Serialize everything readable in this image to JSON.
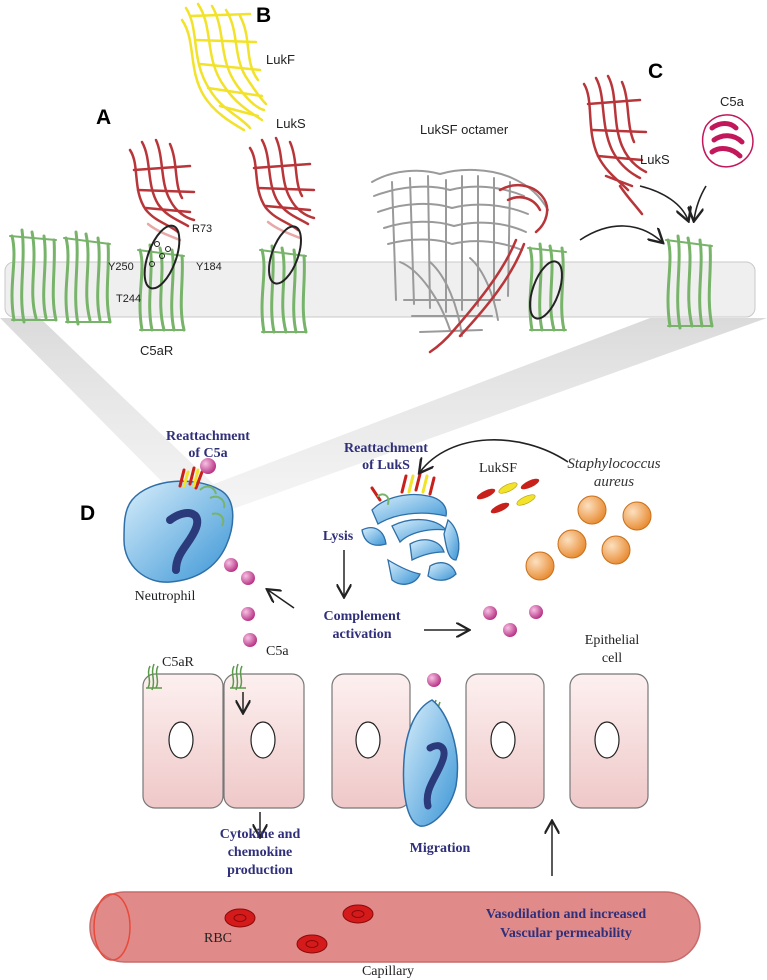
{
  "panels": {
    "a": "A",
    "b": "B",
    "c": "C",
    "d": "D"
  },
  "top": {
    "lukf": "LukF",
    "luks_b": "LukS",
    "octamer": "LukSF octamer",
    "luks_c": "LukS",
    "c5a": "C5a",
    "c5ar": "C5aR",
    "residues": {
      "r73": "R73",
      "y250": "Y250",
      "y184": "Y184",
      "t244": "T244"
    }
  },
  "bottom": {
    "reattach_c5a": [
      "Reattachment",
      "of C5a"
    ],
    "reattach_luks": [
      "Reattachment",
      "of LukS"
    ],
    "luksf": "LukSF",
    "staph": [
      "Staphylococcus",
      "aureus"
    ],
    "lysis": "Lysis",
    "neutrophil": "Neutrophil",
    "complement": [
      "Complement",
      "activation"
    ],
    "epithelial": [
      "Epithelial",
      "cell"
    ],
    "c5ar": "C5aR",
    "c5a": "C5a",
    "cytokine": [
      "Cytokine and",
      "chemokine",
      "production"
    ],
    "migration": "Migration",
    "vasodilation": [
      "Vasodilation and increased",
      "Vascular permeability"
    ],
    "rbc": "RBC",
    "capillary": "Capillary"
  },
  "colors": {
    "receptor": "#78b36a",
    "luks": "#b8363a",
    "lukf": "#f2e22a",
    "octamer": "#9a9a9a",
    "c5a_ribbon": "#c2185b",
    "c5a_dot": "#d04a9a",
    "neutrophil": "#5aaee0",
    "bacteria": "#f0a050",
    "capillary": "#e08a8a",
    "text_blue": "#2f2f7a"
  }
}
